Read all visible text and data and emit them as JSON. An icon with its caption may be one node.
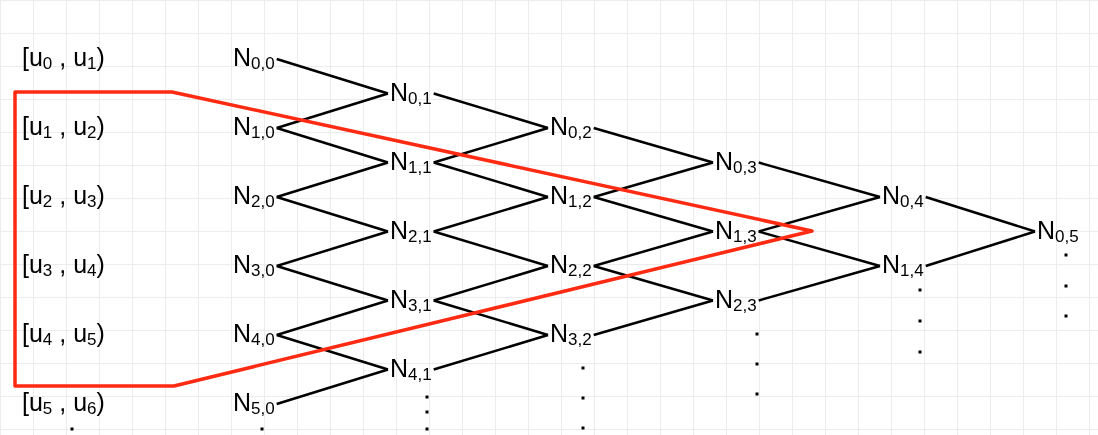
{
  "diagram": {
    "nodes": [
      {
        "text": [
          "N$_{0,0}$"
        ]
      },
      {
        "text": [
          "N$_{1,0}$"
        ]
      },
      {
        "text": [
          "N$_{2,0}$"
        ]
      },
      {
        "text": [
          "N$_{3,0}$"
        ]
      },
      {
        "text": [
          "N$_{4,0}$"
        ]
      },
      {
        "text": [
          "N$_{5,0}$"
        ]
      },
      {
        "text": [
          "N$_{0,1}$"
        ]
      },
      {
        "text": [
          "N$_{1,1}$"
        ]
      },
      {
        "text": [
          "N$_{2,1}$"
        ]
      },
      {
        "text": [
          "N$_{3,1}$"
        ]
      },
      {
        "text": [
          "N$_{4,1}$"
        ]
      },
      {
        "text": [
          "N$_{0,2}$"
        ]
      },
      {
        "text": [
          "N$_{1,2}$"
        ]
      },
      {
        "text": [
          "N$_{2,2}$"
        ]
      },
      {
        "text": [
          "N$_{3,2}$"
        ]
      },
      {
        "text": [
          "N$_{0,3}$"
        ]
      },
      {
        "text": [
          "N$_{1,3}$"
        ]
      },
      {
        "text": [
          "N$_{2,3}$"
        ]
      },
      {
        "text": [
          "N$_{0,4}$"
        ]
      },
      {
        "text": [
          "N$_{1,4}$"
        ]
      },
      {
        "text": [
          "N$_{0,5}$"
        ]
      }
    ],
    "edges": [
      {
        "from": 0,
        "to": 6,
        "arrow": "none"
      },
      {
        "from": 1,
        "to": 6,
        "arrow": "none"
      },
      {
        "from": 1,
        "to": 7,
        "arrow": "none"
      },
      {
        "from": 2,
        "to": 7,
        "arrow": "none"
      },
      {
        "from": 2,
        "to": 8,
        "arrow": "none"
      },
      {
        "from": 3,
        "to": 8,
        "arrow": "none"
      },
      {
        "from": 3,
        "to": 9,
        "arrow": "none"
      },
      {
        "from": 4,
        "to": 9,
        "arrow": "none"
      },
      {
        "from": 4,
        "to": 10,
        "arrow": "none"
      },
      {
        "from": 5,
        "to": 10,
        "arrow": "none"
      },
      {
        "from": 6,
        "to": 11,
        "arrow": "none"
      },
      {
        "from": 7,
        "to": 11,
        "arrow": "none"
      },
      {
        "from": 7,
        "to": 12,
        "arrow": "none"
      },
      {
        "from": 8,
        "to": 12,
        "arrow": "none"
      },
      {
        "from": 8,
        "to": 13,
        "arrow": "none"
      },
      {
        "from": 9,
        "to": 13,
        "arrow": "none"
      },
      {
        "from": 9,
        "to": 14,
        "arrow": "none"
      },
      {
        "from": 10,
        "to": 14,
        "arrow": "none"
      },
      {
        "from": 11,
        "to": 15,
        "arrow": "none"
      },
      {
        "from": 12,
        "to": 15,
        "arrow": "none"
      },
      {
        "from": 12,
        "to": 16,
        "arrow": "none"
      },
      {
        "from": 13,
        "to": 16,
        "arrow": "none"
      },
      {
        "from": 13,
        "to": 17,
        "arrow": "none"
      },
      {
        "from": 14,
        "to": 17,
        "arrow": "none"
      },
      {
        "from": 15,
        "to": 18,
        "arrow": "none"
      },
      {
        "from": 16,
        "to": 18,
        "arrow": "none"
      },
      {
        "from": 16,
        "to": 19,
        "arrow": "none"
      },
      {
        "from": 17,
        "to": 19,
        "arrow": "none"
      },
      {
        "from": 18,
        "to": 20,
        "arrow": "none"
      },
      {
        "from": 19,
        "to": 20,
        "arrow": "none"
      }
    ],
    "labels": [
      "[u$_{0}$ , u$_{1}$)",
      "[u$_{1}$ , u$_{2}$)",
      "[u$_{2}$ , u$_{3}$)",
      "[u$_{3}$ , u$_{4}$)",
      "[u$_{4}$ , u$_{5}$)",
      "[u$_{5}$ , u$_{6}$)"
    ]
  }
}
